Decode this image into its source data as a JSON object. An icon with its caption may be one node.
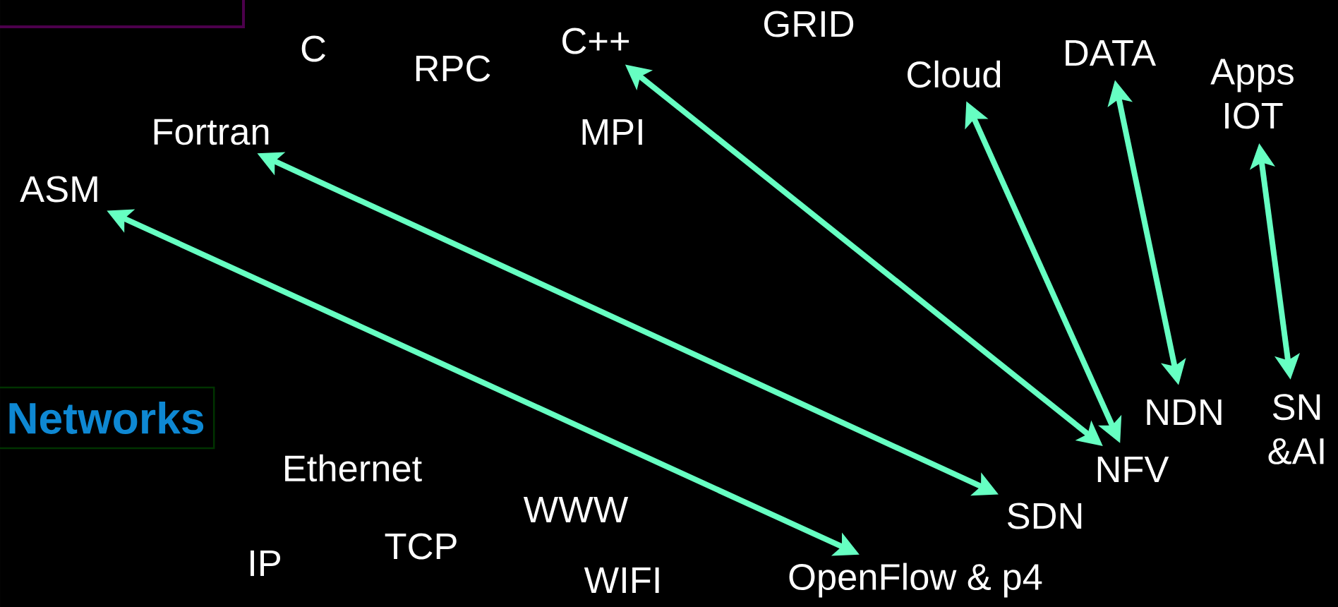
{
  "diagram": {
    "nodes": [
      {
        "text": [],
        "shape": "box"
      },
      {
        "text": [
          "GRID"
        ]
      },
      {
        "text": [
          "C++"
        ]
      },
      {
        "text": [
          "C"
        ]
      },
      {
        "text": [
          "DATA"
        ]
      },
      {
        "text": [
          "Apps",
          "IOT"
        ]
      },
      {
        "text": [
          "RPC"
        ]
      },
      {
        "text": [
          "Cloud"
        ]
      },
      {
        "text": [
          "Fortran"
        ]
      },
      {
        "text": [
          "MPI"
        ]
      },
      {
        "text": [
          "ASM"
        ]
      },
      {
        "text": [
          "NDN"
        ]
      },
      {
        "text": [
          "SN &AI"
        ]
      },
      {
        "text": [
          "Networks"
        ]
      },
      {
        "text": [
          "NFV"
        ]
      },
      {
        "text": [
          "Ethernet"
        ]
      },
      {
        "text": [
          "SDN"
        ]
      },
      {
        "text": [
          "WWW"
        ]
      },
      {
        "text": [
          "IP"
        ]
      },
      {
        "text": [
          "TCP"
        ]
      },
      {
        "text": [
          "WIFI"
        ]
      },
      {
        "text": [
          "OpenFlow & p4"
        ]
      }
    ],
    "edges": [
      {
        "from": 10,
        "to": 21,
        "arrow": "both"
      },
      {
        "from": 8,
        "to": 16,
        "arrow": "both"
      },
      {
        "from": 2,
        "to": 14,
        "arrow": "both"
      },
      {
        "from": 7,
        "to": 14,
        "arrow": "both"
      },
      {
        "from": 4,
        "to": 11,
        "arrow": "both"
      },
      {
        "from": 5,
        "to": 12,
        "arrow": "both"
      }
    ]
  }
}
